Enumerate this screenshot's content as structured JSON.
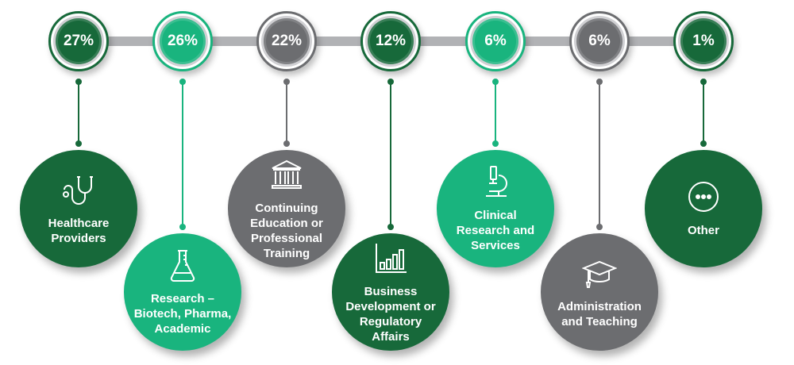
{
  "colors": {
    "dark_green": "#17693a",
    "light_green": "#19b47e",
    "gray": "#6c6d70",
    "bar": "#b1b2b5"
  },
  "items": [
    {
      "percent": "27%",
      "label": "Healthcare\nProviders",
      "icon": "stethoscope-icon",
      "color": "dark_green"
    },
    {
      "percent": "26%",
      "label": "Research –\nBiotech, Pharma,\nAcademic",
      "icon": "flask-icon",
      "color": "light_green"
    },
    {
      "percent": "22%",
      "label": "Continuing\nEducation or\nProfessional\nTraining",
      "icon": "building-columns-icon",
      "color": "gray"
    },
    {
      "percent": "12%",
      "label": "Business\nDevelopment or\nRegulatory\nAffairs",
      "icon": "bar-chart-icon",
      "color": "dark_green"
    },
    {
      "percent": "6%",
      "label": "Clinical\nResearch and\nServices",
      "icon": "microscope-icon",
      "color": "light_green"
    },
    {
      "percent": "6%",
      "label": "Administration\nand Teaching",
      "icon": "graduation-cap-icon",
      "color": "gray"
    },
    {
      "percent": "1%",
      "label": "Other",
      "icon": "more-dots-icon",
      "color": "dark_green"
    }
  ]
}
